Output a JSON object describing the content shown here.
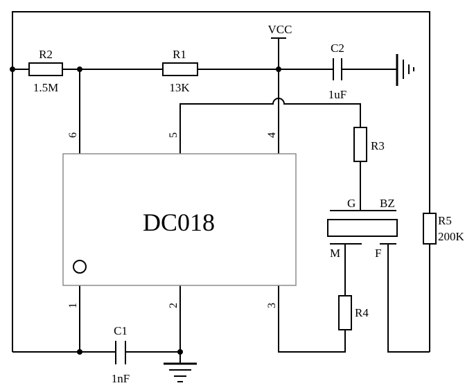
{
  "schematic": {
    "ic": {
      "name": "DC018"
    },
    "pins": [
      "1",
      "2",
      "3",
      "4",
      "5",
      "6"
    ],
    "power": {
      "vcc": "VCC"
    },
    "resistors": [
      {
        "ref": "R1",
        "value": "13K"
      },
      {
        "ref": "R2",
        "value": "1.5M"
      },
      {
        "ref": "R3"
      },
      {
        "ref": "R4"
      },
      {
        "ref": "R5",
        "value": "200K"
      }
    ],
    "capacitors": [
      {
        "ref": "C1",
        "value": "1nF"
      },
      {
        "ref": "C2",
        "value": "1uF"
      }
    ],
    "buzzer": {
      "ref": "BZ",
      "terminal_g": "G",
      "terminal_m": "M",
      "terminal_f": "F"
    }
  }
}
